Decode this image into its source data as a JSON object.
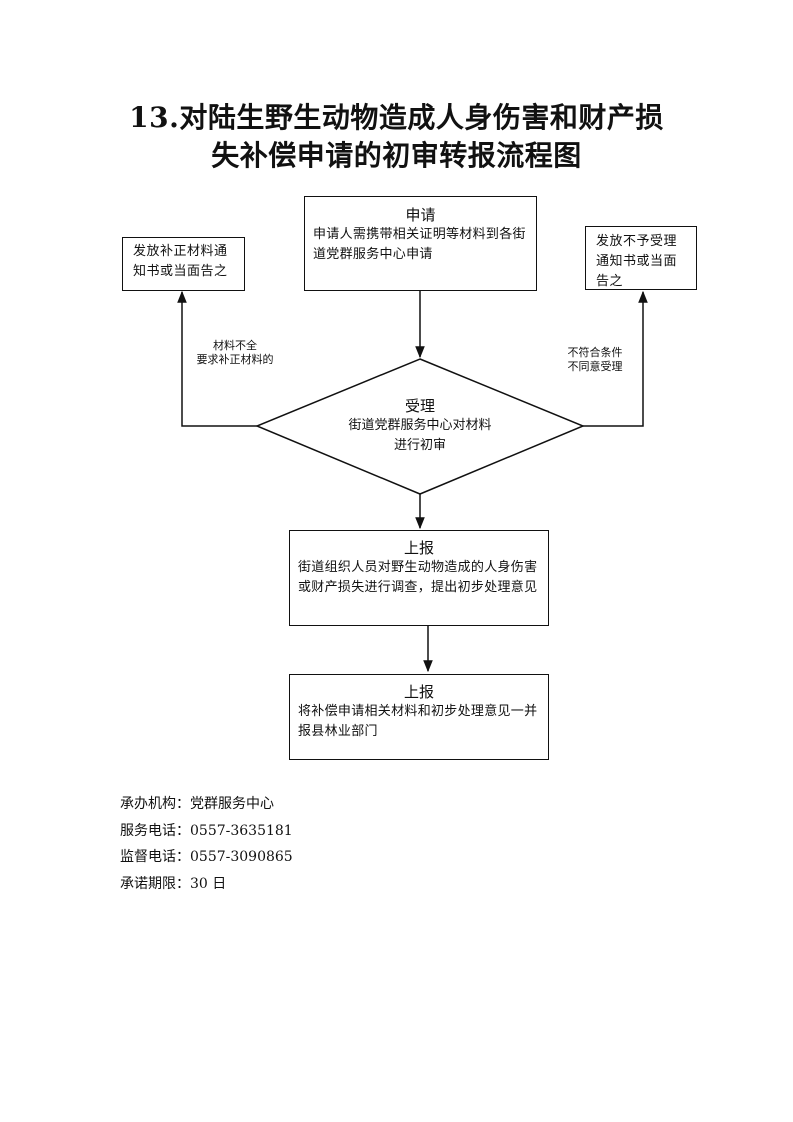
{
  "title": {
    "line1": "13.对陆生野生动物造成人身伤害和财产损",
    "line2": "失补偿申请的初审转报流程图"
  },
  "apply": {
    "heading": "申请",
    "body": "申请人需携带相关证明等材料到各街道党群服务中心申请"
  },
  "left_box": {
    "text": "发放补正材料通知书或当面告之"
  },
  "right_box": {
    "text": "发放不予受理通知书或当面告之"
  },
  "left_condition": {
    "line1": "材料不全",
    "line2": "要求补正材料的"
  },
  "right_condition": {
    "line1": "不符合条件",
    "line2": "不同意受理"
  },
  "accept": {
    "heading": "受理",
    "line1": "街道党群服务中心对材料",
    "line2": "进行初审"
  },
  "report1": {
    "heading": "上报",
    "body": "街道组织人员对野生动物造成的人身伤害或财产损失进行调查，提出初步处理意见"
  },
  "report2": {
    "heading": "上报",
    "body": "将补偿申请相关材料和初步处理意见一并报县林业部门"
  },
  "info": {
    "org": "承办机构：党群服务中心",
    "service_phone": "服务电话：0557-3635181",
    "supervision_phone": "监督电话：0557-3090865",
    "deadline": "承诺期限：30 日"
  }
}
